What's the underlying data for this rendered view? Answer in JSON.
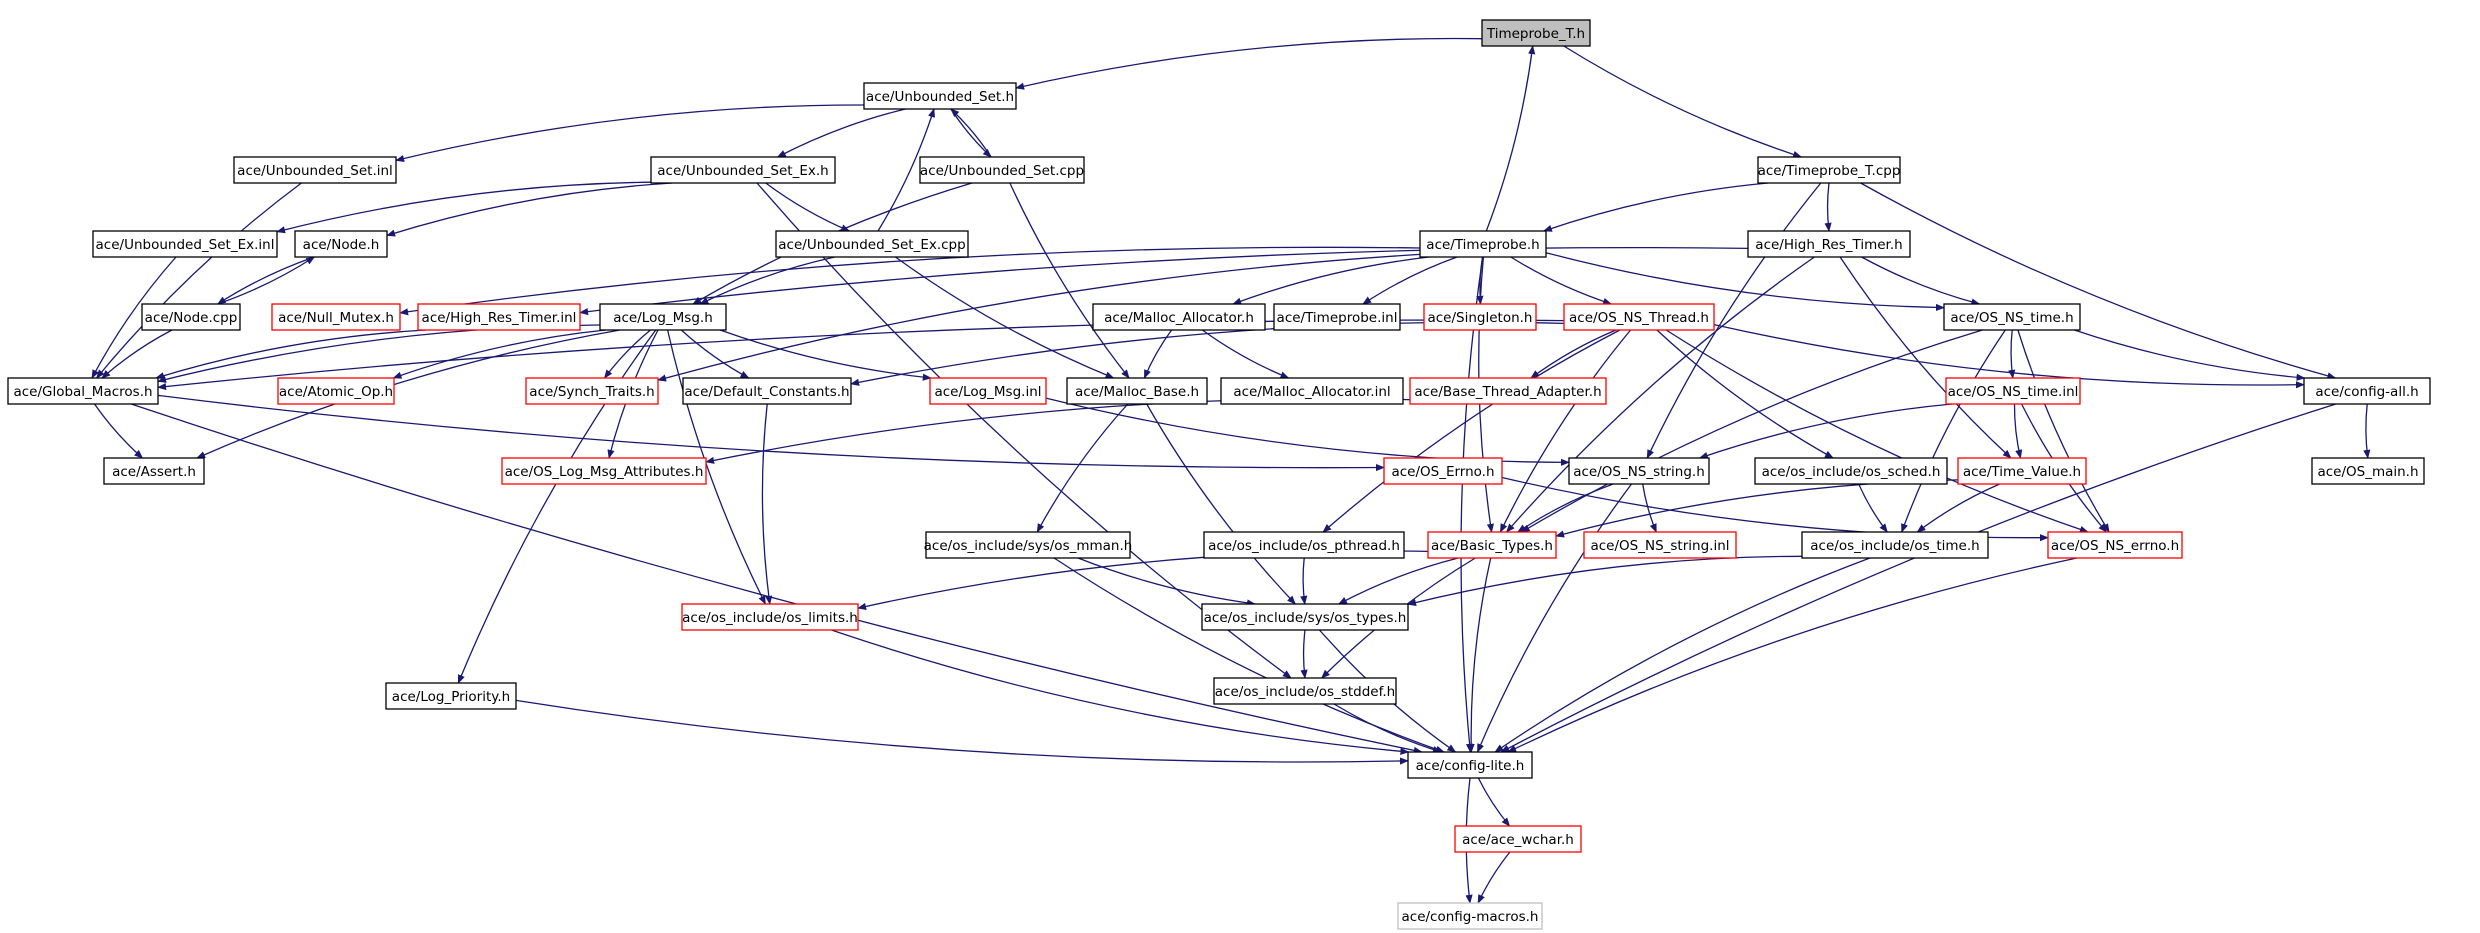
{
  "graph": {
    "title": "Timeprobe_T.h",
    "nodes": [
      {
        "id": "root",
        "label": "Timeprobe_T.h",
        "kind": "root"
      },
      {
        "id": "unbounded_set_h",
        "label": "ace/Unbounded_Set.h",
        "kind": "normal"
      },
      {
        "id": "timeprobe_t_cpp",
        "label": "ace/Timeprobe_T.cpp",
        "kind": "normal"
      },
      {
        "id": "unbounded_set_inl",
        "label": "ace/Unbounded_Set.inl",
        "kind": "normal"
      },
      {
        "id": "unbounded_set_ex_h",
        "label": "ace/Unbounded_Set_Ex.h",
        "kind": "normal"
      },
      {
        "id": "unbounded_set_cpp",
        "label": "ace/Unbounded_Set.cpp",
        "kind": "normal"
      },
      {
        "id": "unbounded_set_ex_inl",
        "label": "ace/Unbounded_Set_Ex.inl",
        "kind": "normal"
      },
      {
        "id": "node_h",
        "label": "ace/Node.h",
        "kind": "normal"
      },
      {
        "id": "unbounded_set_ex_cpp",
        "label": "ace/Unbounded_Set_Ex.cpp",
        "kind": "normal"
      },
      {
        "id": "timeprobe_h",
        "label": "ace/Timeprobe.h",
        "kind": "normal"
      },
      {
        "id": "high_res_timer_h",
        "label": "ace/High_Res_Timer.h",
        "kind": "normal"
      },
      {
        "id": "node_cpp",
        "label": "ace/Node.cpp",
        "kind": "normal"
      },
      {
        "id": "null_mutex_h",
        "label": "ace/Null_Mutex.h",
        "kind": "missing"
      },
      {
        "id": "high_res_timer_inl",
        "label": "ace/High_Res_Timer.inl",
        "kind": "missing"
      },
      {
        "id": "log_msg_h",
        "label": "ace/Log_Msg.h",
        "kind": "normal"
      },
      {
        "id": "malloc_allocator_h",
        "label": "ace/Malloc_Allocator.h",
        "kind": "normal"
      },
      {
        "id": "timeprobe_inl",
        "label": "ace/Timeprobe.inl",
        "kind": "normal"
      },
      {
        "id": "singleton_h",
        "label": "ace/Singleton.h",
        "kind": "missing"
      },
      {
        "id": "os_ns_thread_h",
        "label": "ace/OS_NS_Thread.h",
        "kind": "missing"
      },
      {
        "id": "os_ns_time_h",
        "label": "ace/OS_NS_time.h",
        "kind": "normal"
      },
      {
        "id": "global_macros_h",
        "label": "ace/Global_Macros.h",
        "kind": "normal"
      },
      {
        "id": "atomic_op_h",
        "label": "ace/Atomic_Op.h",
        "kind": "missing"
      },
      {
        "id": "synch_traits_h",
        "label": "ace/Synch_Traits.h",
        "kind": "missing"
      },
      {
        "id": "default_constants_h",
        "label": "ace/Default_Constants.h",
        "kind": "normal"
      },
      {
        "id": "log_msg_inl",
        "label": "ace/Log_Msg.inl",
        "kind": "missing"
      },
      {
        "id": "malloc_base_h",
        "label": "ace/Malloc_Base.h",
        "kind": "normal"
      },
      {
        "id": "malloc_allocator_inl",
        "label": "ace/Malloc_Allocator.inl",
        "kind": "normal"
      },
      {
        "id": "base_thread_adapter_h",
        "label": "ace/Base_Thread_Adapter.h",
        "kind": "missing"
      },
      {
        "id": "os_ns_time_inl",
        "label": "ace/OS_NS_time.inl",
        "kind": "missing"
      },
      {
        "id": "config_all_h",
        "label": "ace/config-all.h",
        "kind": "normal"
      },
      {
        "id": "assert_h",
        "label": "ace/Assert.h",
        "kind": "normal"
      },
      {
        "id": "os_log_msg_attributes_h",
        "label": "ace/OS_Log_Msg_Attributes.h",
        "kind": "missing"
      },
      {
        "id": "os_errno_h",
        "label": "ace/OS_Errno.h",
        "kind": "missing"
      },
      {
        "id": "os_ns_string_h",
        "label": "ace/OS_NS_string.h",
        "kind": "normal"
      },
      {
        "id": "os_include_os_sched_h",
        "label": "ace/os_include/os_sched.h",
        "kind": "normal"
      },
      {
        "id": "time_value_h",
        "label": "ace/Time_Value.h",
        "kind": "missing"
      },
      {
        "id": "os_main_h",
        "label": "ace/OS_main.h",
        "kind": "normal"
      },
      {
        "id": "os_include_sys_os_mman_h",
        "label": "ace/os_include/sys/os_mman.h",
        "kind": "normal"
      },
      {
        "id": "os_include_os_pthread_h",
        "label": "ace/os_include/os_pthread.h",
        "kind": "normal"
      },
      {
        "id": "basic_types_h",
        "label": "ace/Basic_Types.h",
        "kind": "missing"
      },
      {
        "id": "os_ns_string_inl",
        "label": "ace/OS_NS_string.inl",
        "kind": "missing"
      },
      {
        "id": "os_include_os_time_h",
        "label": "ace/os_include/os_time.h",
        "kind": "normal"
      },
      {
        "id": "os_ns_errno_h",
        "label": "ace/OS_NS_errno.h",
        "kind": "missing"
      },
      {
        "id": "os_include_os_limits_h",
        "label": "ace/os_include/os_limits.h",
        "kind": "missing"
      },
      {
        "id": "os_include_sys_os_types_h",
        "label": "ace/os_include/sys/os_types.h",
        "kind": "normal"
      },
      {
        "id": "log_priority_h",
        "label": "ace/Log_Priority.h",
        "kind": "normal"
      },
      {
        "id": "os_include_os_stddef_h",
        "label": "ace/os_include/os_stddef.h",
        "kind": "normal"
      },
      {
        "id": "config_lite_h",
        "label": "ace/config-lite.h",
        "kind": "normal"
      },
      {
        "id": "ace_wchar_h",
        "label": "ace/ace_wchar.h",
        "kind": "missing"
      },
      {
        "id": "config_macros_h",
        "label": "ace/config-macros.h",
        "kind": "ext"
      }
    ],
    "colors": {
      "edge": "#191970",
      "missing_border": "#ff0000",
      "root_fill": "#bfbfbf",
      "ext_border": "#bfbfbf",
      "node_border": "#000000"
    }
  }
}
